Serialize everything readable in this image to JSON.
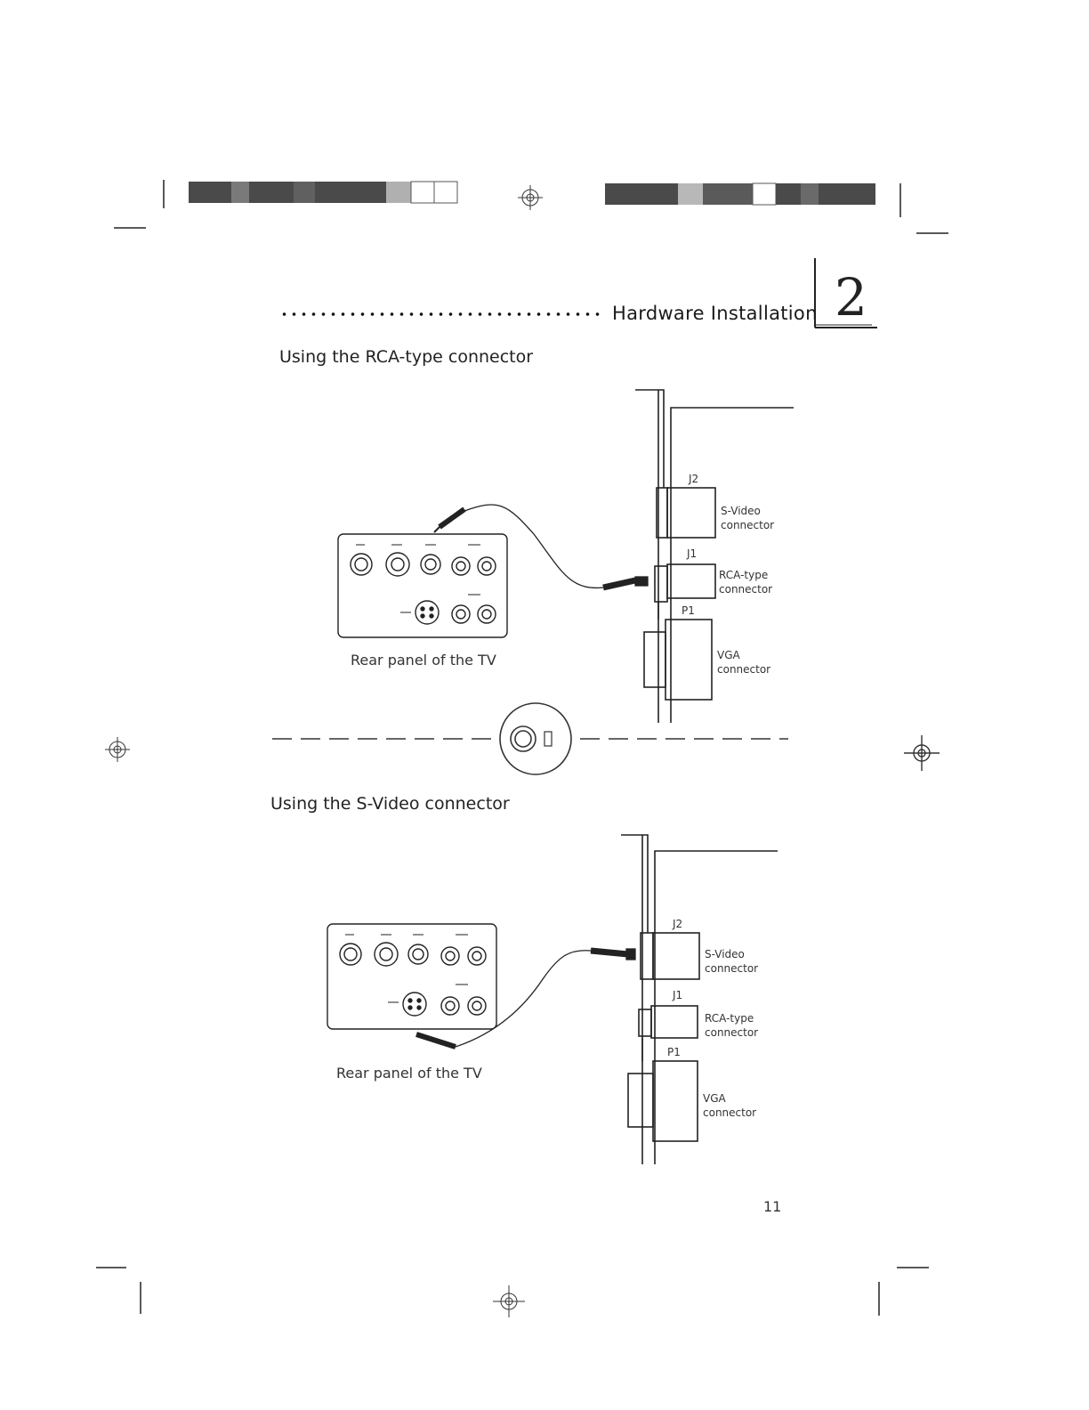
{
  "header": {
    "title": "Hardware Installation",
    "chapter_number": "2"
  },
  "section_rca": {
    "heading": "Using the RCA-type connector",
    "tv_caption": "Rear panel of the TV",
    "card_labels": {
      "j2": "J2",
      "j1": "J1",
      "p1": "P1",
      "svideo_line1": "S-Video",
      "svideo_line2": "connector",
      "rca_line1": "RCA-type",
      "rca_line2": "connector",
      "vga_line1": "VGA",
      "vga_line2": "connector"
    }
  },
  "section_svideo": {
    "heading": "Using the S-Video connector",
    "tv_caption": "Rear panel of the TV",
    "card_labels": {
      "j2": "J2",
      "j1": "J1",
      "p1": "P1",
      "svideo_line1": "S-Video",
      "svideo_line2": "connector",
      "rca_line1": "RCA-type",
      "rca_line2": "connector",
      "vga_line1": "VGA",
      "vga_line2": "connector"
    }
  },
  "footer": {
    "page_number": "11"
  },
  "colors": {
    "ink": "#1a1a1a",
    "gray_block": "#8a8a8a"
  }
}
